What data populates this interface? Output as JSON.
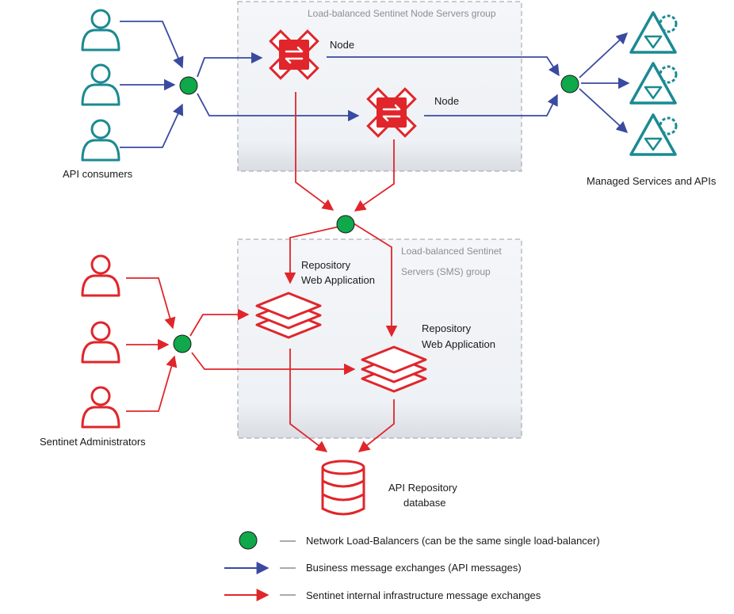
{
  "groups": {
    "node_group": "Load-balanced Sentinet Node Servers group",
    "sms_group_line1": "Load-balanced Sentinet",
    "sms_group_line2": "Servers (SMS) group"
  },
  "labels": {
    "api_consumers": "API consumers",
    "managed_services": "Managed Services and APIs",
    "node_1": "Node",
    "node_2": "Node",
    "repo_app_1_line1": "Repository",
    "repo_app_1_line2": "Web Application",
    "repo_app_2_line1": "Repository",
    "repo_app_2_line2": "Web Application",
    "sentinet_admins": "Sentinet Administrators",
    "db_line1": "API Repository",
    "db_line2": "database"
  },
  "legend": {
    "load_balancers": "Network Load-Balancers (can be the same single load-balancer)",
    "business": "Business message exchanges (API messages)",
    "internal": "Sentinet internal infrastructure message exchanges"
  },
  "colors": {
    "teal": "#1b8a92",
    "red": "#e0262b",
    "blue": "#3a4aa0",
    "green": "#0fa84a"
  }
}
